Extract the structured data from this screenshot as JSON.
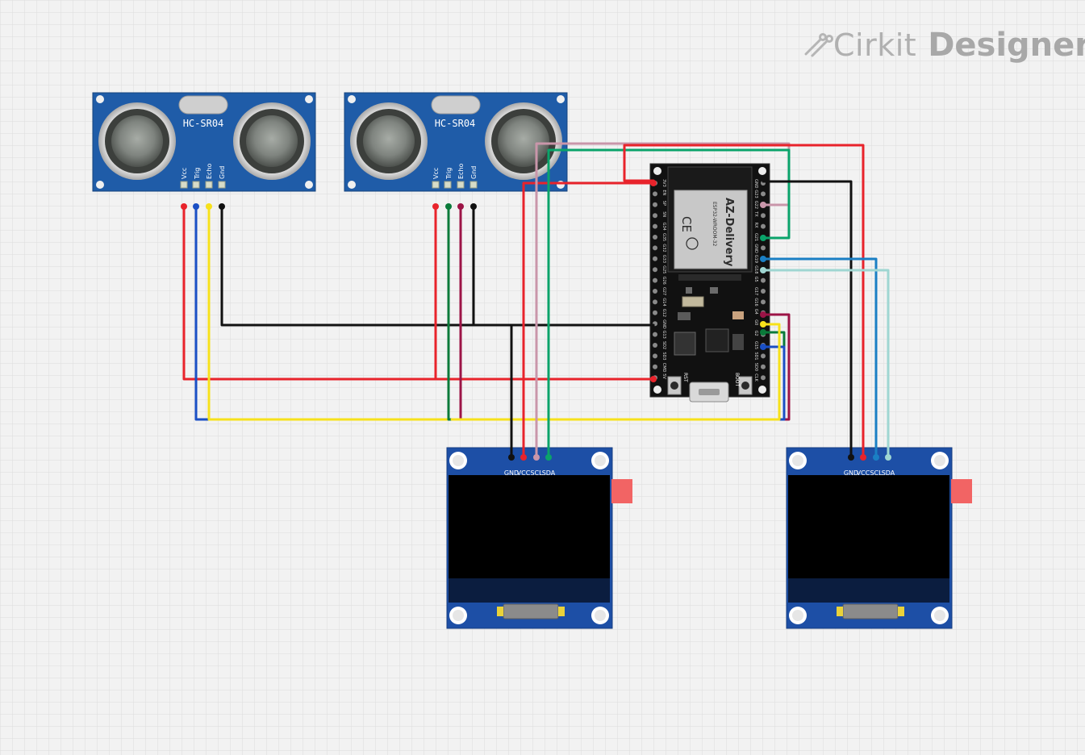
{
  "branding": {
    "name_part1": "Cirkit",
    "name_part2": "Designer"
  },
  "ultrasonic_sensors": [
    {
      "label": "HC-SR04",
      "pins": [
        "Vcc",
        "Trig",
        "Echo",
        "Gnd"
      ]
    },
    {
      "label": "HC-SR04",
      "pins": [
        "Vcc",
        "Trig",
        "Echo",
        "Gnd"
      ]
    }
  ],
  "esp32": {
    "module_brand": "AZ-Delivery",
    "module_model": "ESP32-WROOM-32",
    "left_pins": [
      "3V3",
      "EN",
      "SP",
      "SN",
      "G34",
      "G35",
      "G32",
      "G33",
      "G25",
      "G26",
      "G27",
      "G14",
      "G12",
      "GND",
      "G13",
      "SD2",
      "SD3",
      "CMD",
      "5V"
    ],
    "right_pins": [
      "GND",
      "G23",
      "G22",
      "TX",
      "RX",
      "G21",
      "GND",
      "G19",
      "G18",
      "G5",
      "G17",
      "G16",
      "G4",
      "G0",
      "G2",
      "G15",
      "SD1",
      "SD0",
      "CLK"
    ],
    "buttons": [
      "RST",
      "BOOT"
    ]
  },
  "oled_displays": [
    {
      "pins": [
        "GND",
        "VCC",
        "SCL",
        "SDA"
      ]
    },
    {
      "pins": [
        "GND",
        "VCC",
        "SCL",
        "SDA"
      ]
    }
  ],
  "wire_colors": {
    "power": "#e8232b",
    "ground": "#111111",
    "trig1": "#1a4fc4",
    "echo1": "#f7e11b",
    "trig2": "#0a7a3a",
    "echo2": "#9c1446",
    "scl1": "#c996aa",
    "sda1": "#0aa36a",
    "scl2": "#1a7fc4",
    "sda2": "#9fd6d2"
  }
}
